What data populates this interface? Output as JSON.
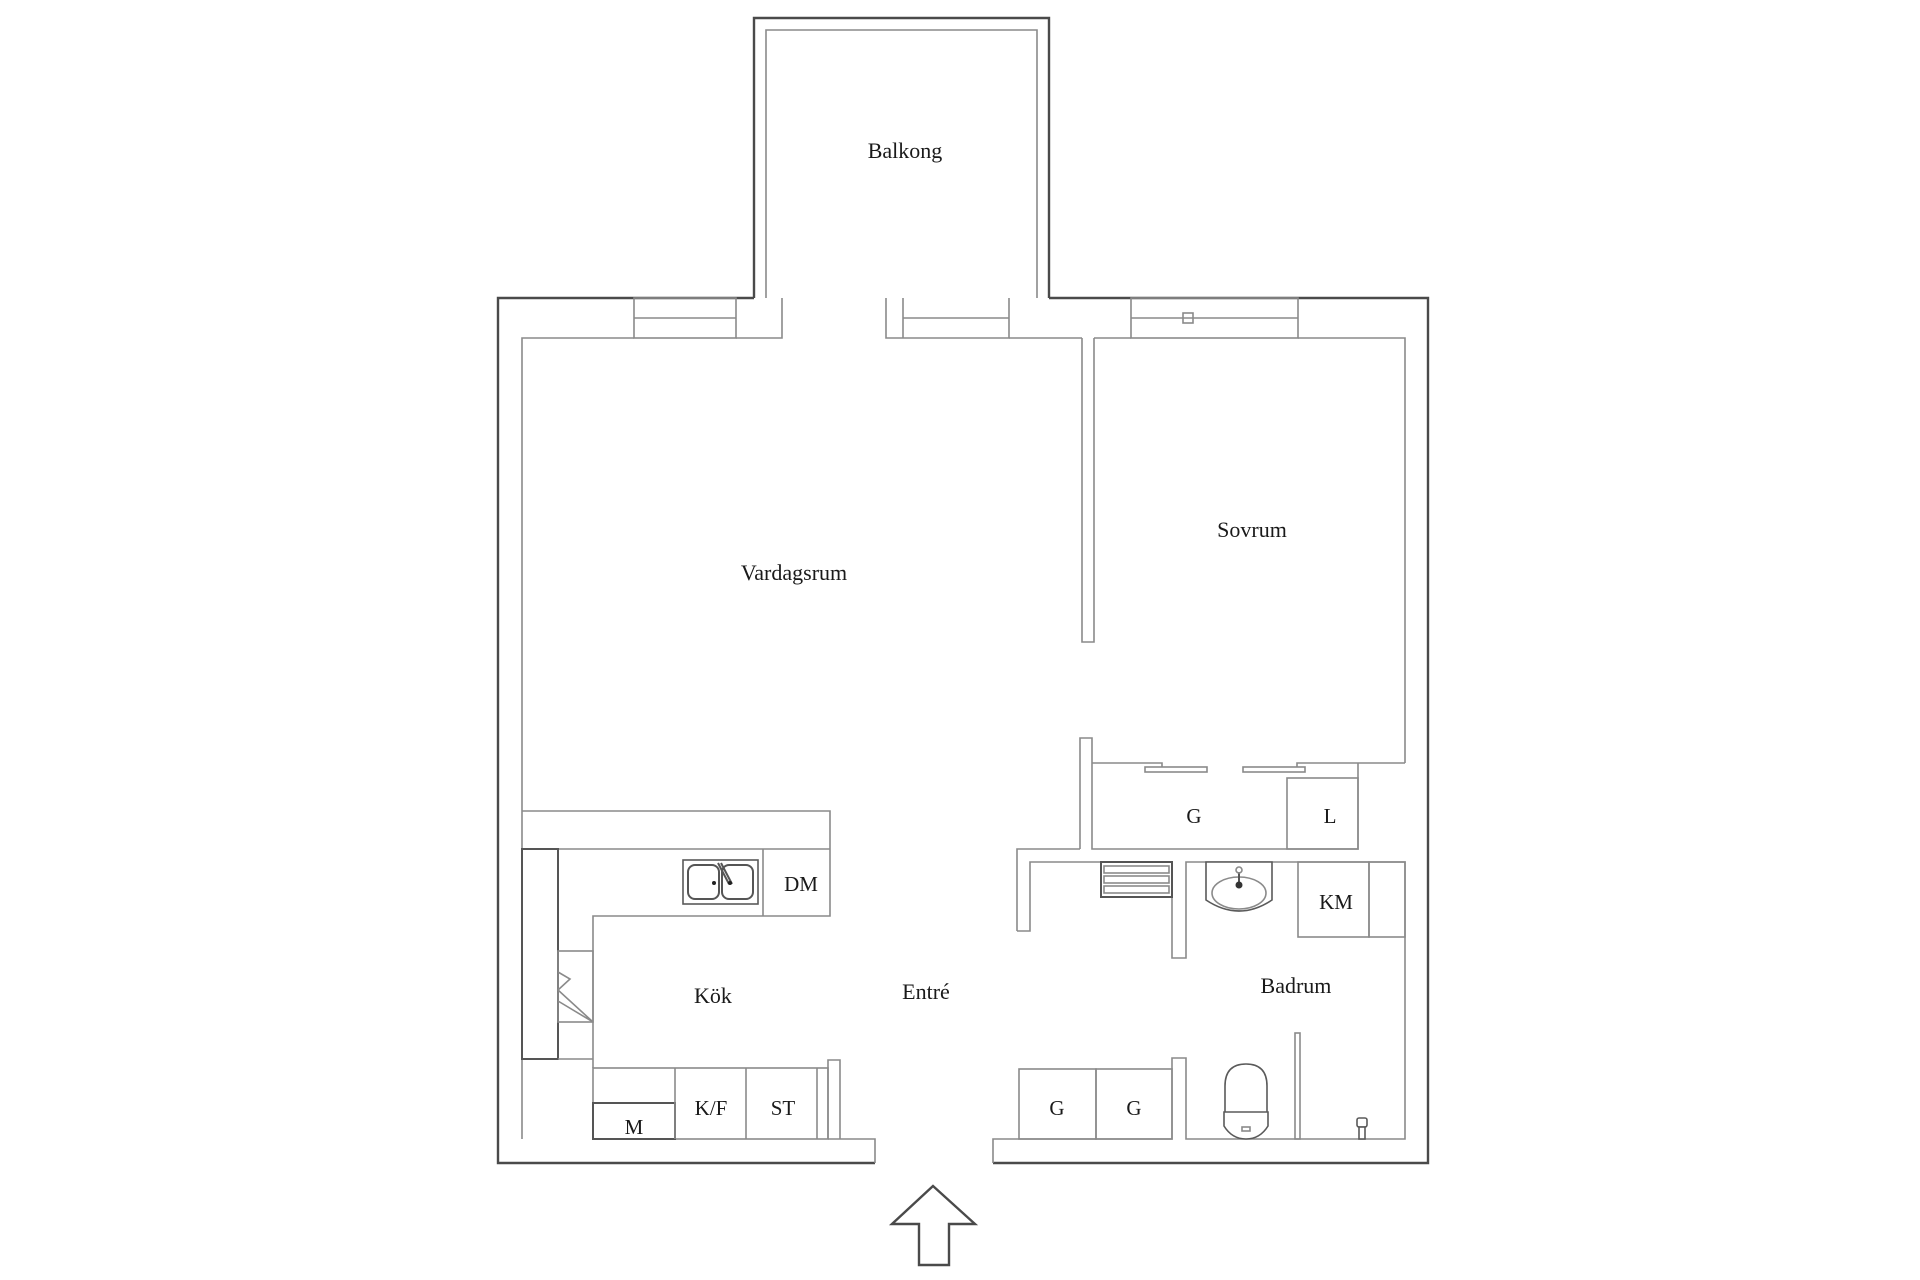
{
  "plan": {
    "rooms": {
      "balcony": "Balkong",
      "living_room": "Vardagsrum",
      "bedroom": "Sovrum",
      "kitchen": "Kök",
      "entrance": "Entré",
      "bathroom": "Badrum"
    },
    "fixtures": {
      "dishwasher": "DM",
      "wardrobe_bedroom": "G",
      "linen_closet": "L",
      "washing_machine": "KM",
      "microwave": "M",
      "fridge_freezer": "K/F",
      "broom_closet": "ST",
      "wardrobe_entrance_1": "G",
      "wardrobe_entrance_2": "G"
    },
    "entrance_arrow": "arrow-up-icon",
    "colors": {
      "walls": "#4a4a4a",
      "lines": "#8a8a8a",
      "background": "#ffffff",
      "text": "#1a1a1a"
    }
  }
}
